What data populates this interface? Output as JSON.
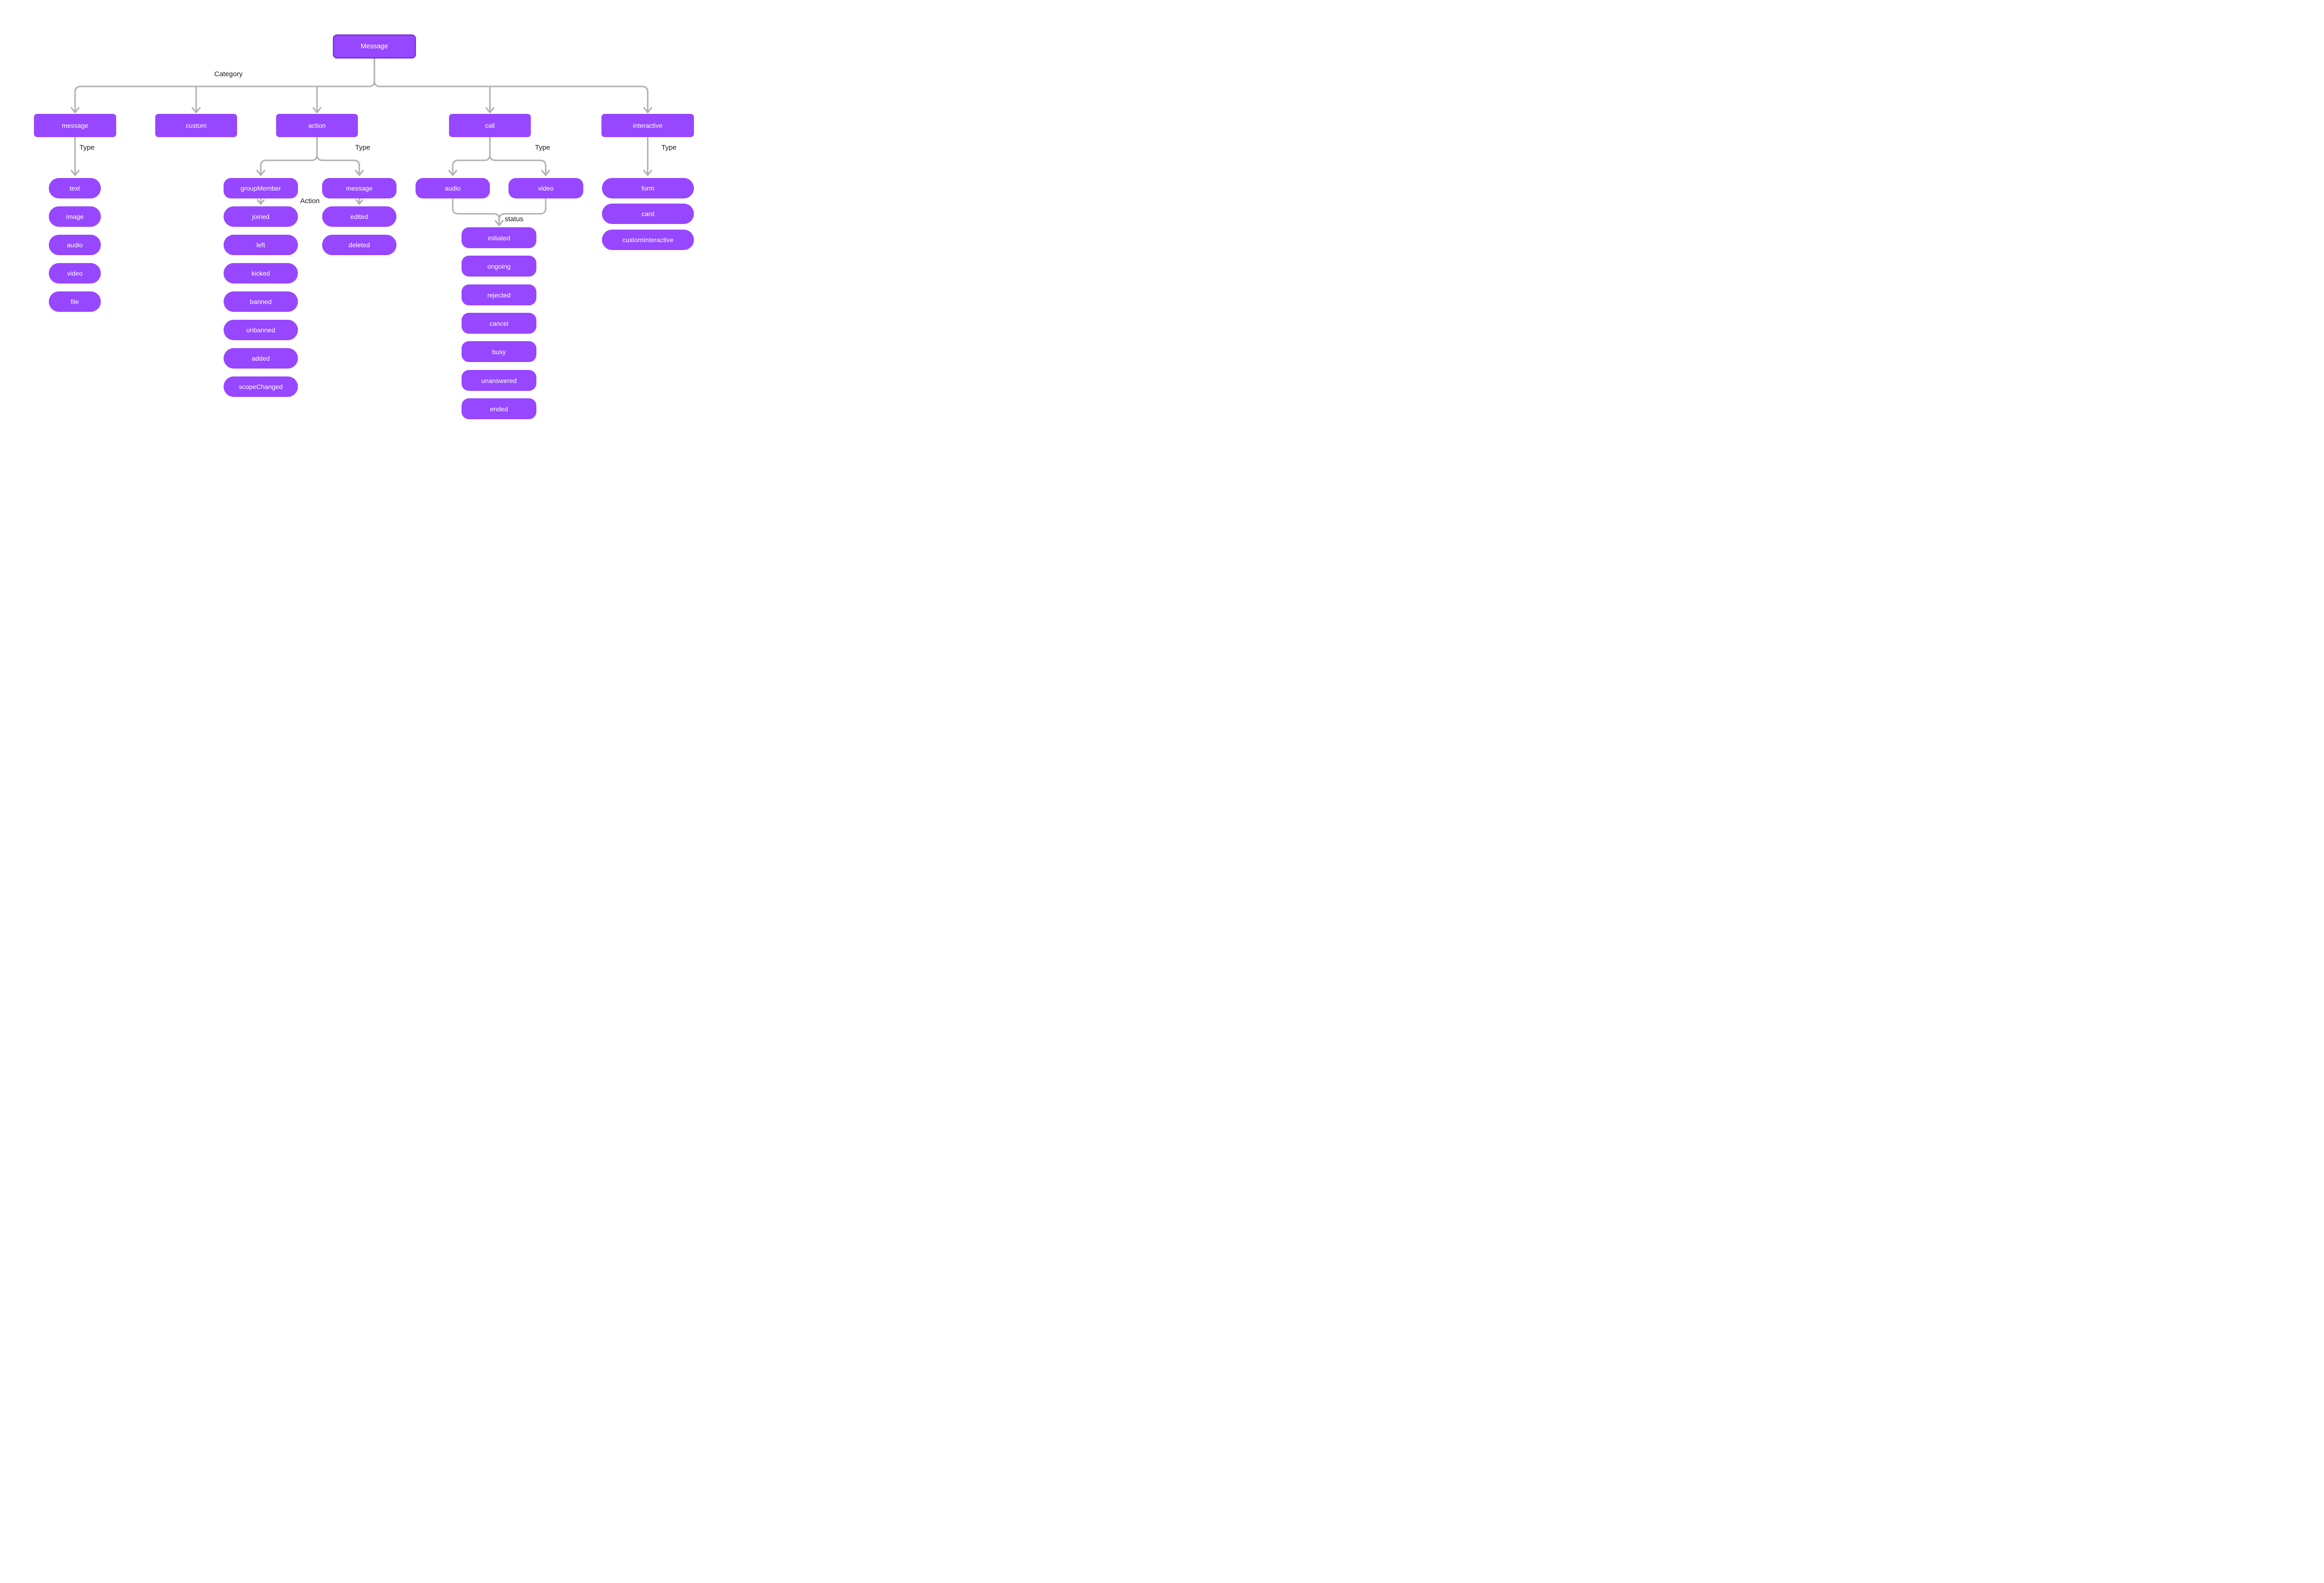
{
  "labels": {
    "category": "Category",
    "type": "Type",
    "action": "Action",
    "status": "status"
  },
  "nodes": {
    "root": "Message",
    "categories": [
      "message",
      "custom",
      "action",
      "call",
      "interactive"
    ],
    "message_types": [
      "text",
      "image",
      "audio",
      "video",
      "file"
    ],
    "action_types": [
      "groupMember",
      "message"
    ],
    "group_member_actions": [
      "joined",
      "left",
      "kicked",
      "banned",
      "unbanned",
      "added",
      "scopeChanged"
    ],
    "message_actions": [
      "edited",
      "deleted"
    ],
    "call_types": [
      "audio",
      "video"
    ],
    "call_statuses": [
      "initiated",
      "ongoing",
      "rejected",
      "cancel",
      "busy",
      "unanswered",
      "ended"
    ],
    "interactive_types": [
      "form",
      "card",
      "customInteractive"
    ]
  },
  "colors": {
    "node_fill": "#9747ff",
    "root_border": "#7a3ad8",
    "connector": "#b3b3b3",
    "label_text": "#1a1a1a",
    "node_text": "#ffffff"
  }
}
